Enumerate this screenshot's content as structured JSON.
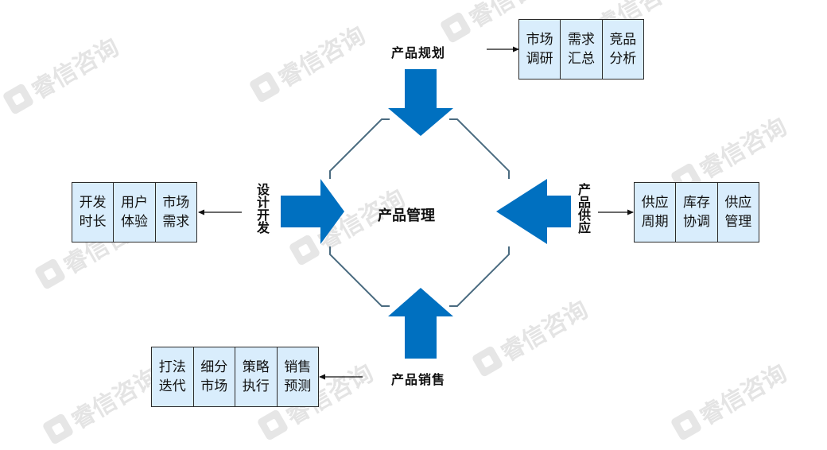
{
  "center": {
    "label": "产品管理"
  },
  "watermark_text": "睿信咨询",
  "colors": {
    "arrow": "#0070c0",
    "frame": "#4a6b80",
    "box_fill": "#d9edfc"
  },
  "branches": {
    "top": {
      "label": "产品规划",
      "items": [
        "市场调研",
        "需求汇总",
        "竞品分析"
      ]
    },
    "left": {
      "label": "设计开发",
      "items": [
        "开发时长",
        "用户体验",
        "市场需求"
      ]
    },
    "right": {
      "label": "产品供应",
      "items": [
        "供应周期",
        "库存协调",
        "供应管理"
      ]
    },
    "bottom": {
      "label": "产品销售",
      "items": [
        "打法迭代",
        "细分市场",
        "策略执行",
        "销售预测"
      ]
    }
  }
}
